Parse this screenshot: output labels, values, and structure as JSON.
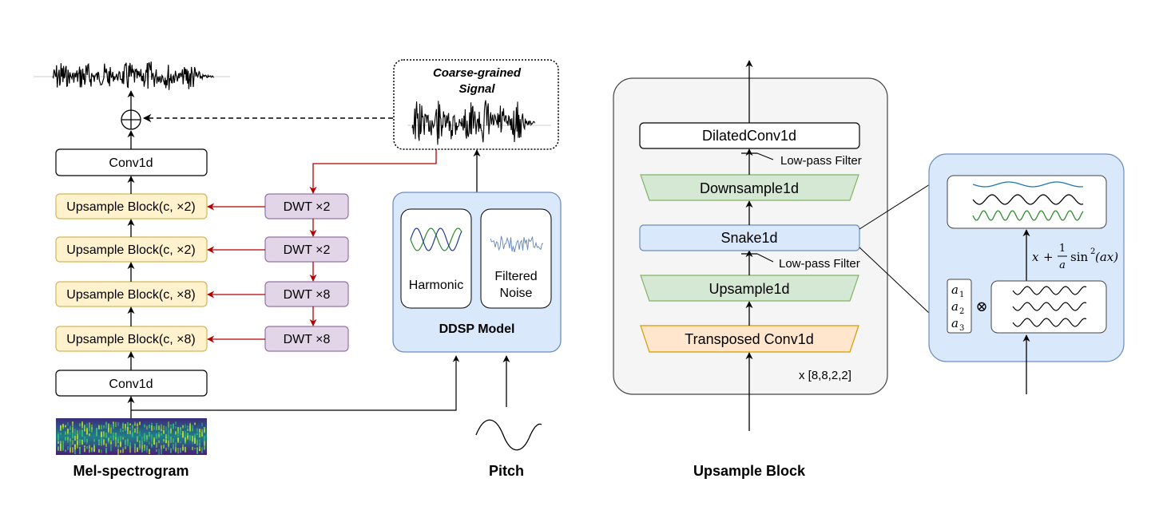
{
  "left": {
    "conv_top": "Conv1d",
    "conv_bottom": "Conv1d",
    "upsample_blocks": [
      "Upsample Block(c, ×2)",
      "Upsample Block(c, ×2)",
      "Upsample Block(c, ×8)",
      "Upsample Block(c, ×8)"
    ],
    "dwt_blocks": [
      "DWT ×2",
      "DWT ×2",
      "DWT ×8",
      "DWT ×8"
    ],
    "mel_caption": "Mel-spectrogram",
    "coarse_line1": "Coarse-grained",
    "coarse_line2": "Signal",
    "ddsp_title": "DDSP Model",
    "harmonic_label": "Harmonic",
    "noise_line1": "Filtered",
    "noise_line2": "Noise",
    "pitch_caption": "Pitch"
  },
  "upsample_block": {
    "caption": "Upsample Block",
    "dilated_conv": "DilatedConv1d",
    "lowpass_top": "Low-pass Filter",
    "downsample": "Downsample1d",
    "snake": "Snake1d",
    "lowpass_bottom": "Low-pass Filter",
    "upsample": "Upsample1d",
    "transposed_conv": "Transposed Conv1d",
    "repeat": "x [8,8,2,2]"
  },
  "snake_detail": {
    "coef1": "a",
    "coef1_sub": "1",
    "coef2": "a",
    "coef2_sub": "2",
    "coef3": "a",
    "coef3_sub": "3",
    "otimes": "⊗",
    "formula_x": "x",
    "formula_plus": "+",
    "formula_num": "1",
    "formula_den": "a",
    "formula_sin": "sin",
    "formula_exp": "2",
    "formula_arg": "(ax)"
  },
  "colors": {
    "yellow_fill": "#fff2cc",
    "yellow_stroke": "#d6b656",
    "purple_fill": "#e1d5e7",
    "purple_stroke": "#9673a6",
    "blue_fill": "#dae8fc",
    "blue_stroke": "#6c8ebf",
    "green_fill": "#d5e8d4",
    "green_stroke": "#82b366",
    "orange_fill": "#ffe6cc",
    "orange_stroke": "#d79b00",
    "gray_fill": "#f5f5f5",
    "arrow_red": "#b20000"
  }
}
